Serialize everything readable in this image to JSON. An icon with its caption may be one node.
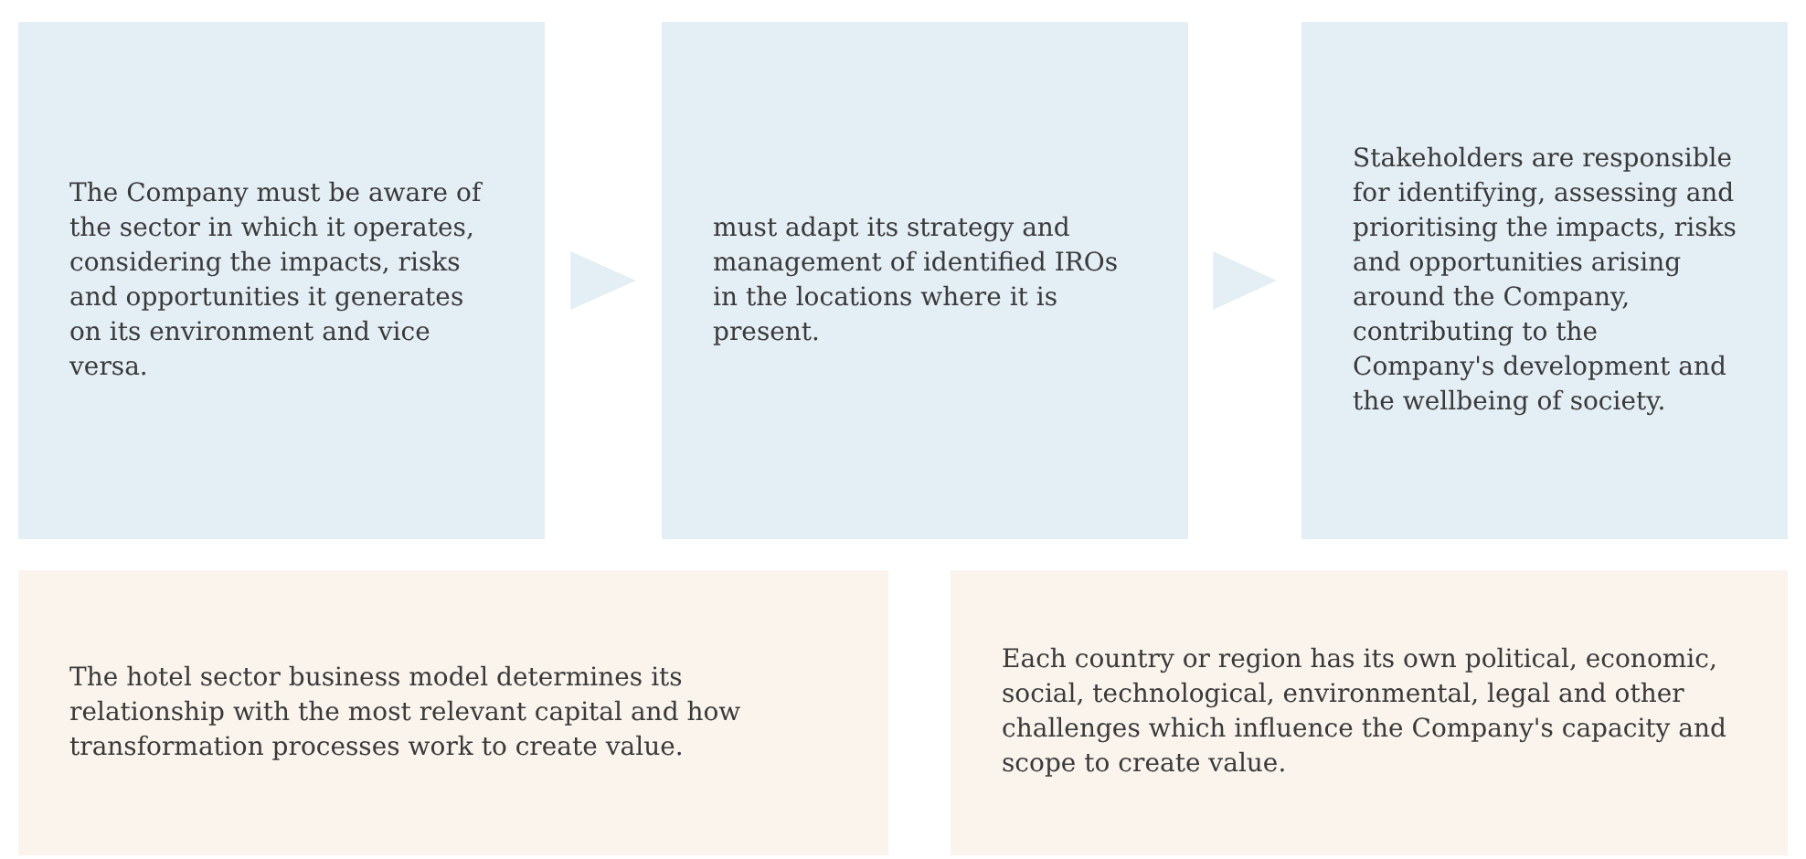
{
  "diagram": {
    "nodes": [
      {
        "text": [
          "The Company must be aware of the sector in which it operates, considering the impacts, risks and opportunities it generates on its environment and vice versa."
        ]
      },
      {
        "text": [
          "must adapt its strategy and management of identified IROs in the locations where it is present."
        ]
      },
      {
        "text": [
          "Stakeholders are responsible for identifying, assessing and prioritising the impacts, risks and opportunities arising around the Company, contributing to the Company's development and the wellbeing of society."
        ]
      },
      {
        "text": [
          "The hotel sector business model determines its relationship with the most relevant  capital and how transformation processes work to create value."
        ]
      },
      {
        "text": [
          "Each country or region has its own political, economic, social, technological, environmental, legal and other challenges which influence the Company's  capacity and scope to create value."
        ]
      }
    ],
    "edges": [
      {
        "from": 0,
        "to": 1,
        "arrow": "to"
      },
      {
        "from": 1,
        "to": 2,
        "arrow": "to"
      }
    ]
  }
}
